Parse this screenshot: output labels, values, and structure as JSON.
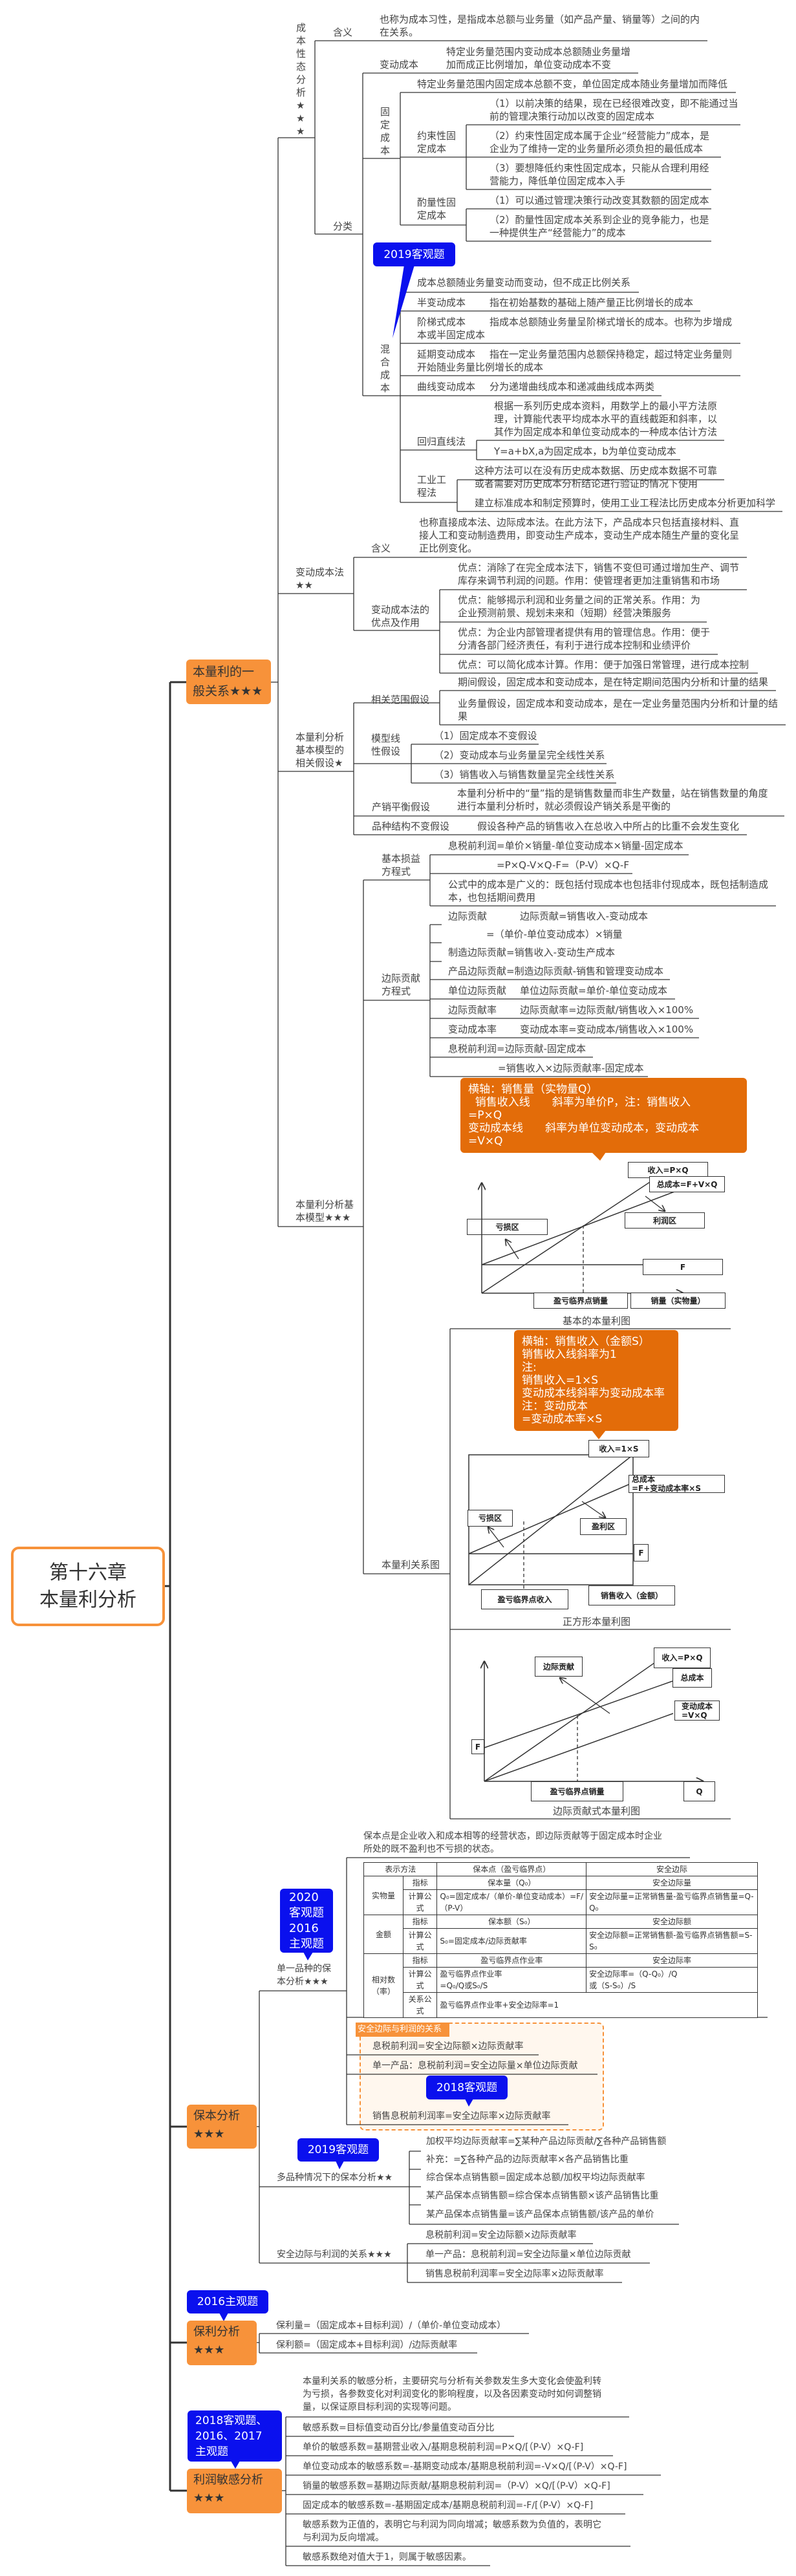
{
  "title": "第十六章\n本量利分析",
  "colors": {
    "orange": "#f7923a",
    "callout": "#e36c09",
    "badge_blue": "#0a10ee",
    "line": "#333333"
  },
  "s1": {
    "label": "本量利的一\n般关系★★★",
    "cost_behavior": {
      "title": "成本性态分析★★★",
      "meaning_label": "含义",
      "meaning_text": "也称为成本习性，是指成本总额与业务量（如产品产量、销量等）之间的内\n在关系。",
      "classify_label": "分类",
      "variable_label": "变动成本",
      "variable_text": "特定业务量范围内变动成本总额随业务量增\n加而成正比例增加，单位变动成本不变",
      "fixed_label": "固定成本",
      "fixed_text": "特定业务量范围内固定成本总额不变，单位固定成本随业务量增加而降低",
      "committed_label": "约束性固\n定成本",
      "committed_items": [
        "（1）以前决策的结果，现在已经很难改变，即不能通过当\n前的管理决策行动加以改变的固定成本",
        "（2）约束性固定成本属于企业“经营能力”成本，是\n企业为了维持一定的业务量所必须负担的最低成本",
        "（3）要想降低约束性固定成本，只能从合理利用经\n营能力，降低单位固定成本入手"
      ],
      "discretionary_label": "酌量性固\n定成本",
      "discretionary_items": [
        "（1）可以通过管理决策行动改变其数额的固定成本",
        "（2）酌量性固定成本关系到企业的竞争能力，也是\n一种提供生产“经营能力”的成本"
      ],
      "badge": "2019客观题",
      "mixed_label": "混合成本",
      "mixed_intro": "成本总额随业务量变动而变动，但不成正比例关系",
      "mixed_items": [
        {
          "label": "半变动成本",
          "text": "指在初始基数的基础上随产量正比例增长的成本"
        },
        {
          "label": "阶梯式成本",
          "text": "指成本总额随业务量呈阶梯式增长的成本。也称为步增成\n本或半固定成本"
        },
        {
          "label": "延期变动成本",
          "text": "指在一定业务量范围内总额保持稳定，超过特定业务量则\n开始随业务量比例增长的成本"
        },
        {
          "label": "曲线变动成本",
          "text": "分为递增曲线成本和递减曲线成本两类"
        }
      ],
      "regression_label": "回归直线法",
      "regression_text": "根据一系列历史成本资料，用数学上的最小平方法原\n理，计算能代表平均成本水平的直线截距和斜率，以\n其作为固定成本和单位变动成本的一种成本估计方法",
      "regression_formula": "Y=a+bX,a为固定成本，b为单位变动成本",
      "engineering_label": "工业工\n程法",
      "engineering_items": [
        "这种方法可以在没有历史成本数据、历史成本数据不可靠\n或者需要对历史成本分析结论进行验证的情况下使用",
        "建立标准成本和制定预算时，使用工业工程法比历史成本分析更加科学"
      ]
    },
    "variable_costing": {
      "title": "变动成本法\n★★",
      "meaning_label": "含义",
      "meaning_text": "也称直接成本法、边际成本法。在此方法下，产品成本只包括直接材料、直\n接人工和变动制造费用，即变动生产成本，变动生产成本随生产量的变化呈\n正比例变化。",
      "adv_label": "变动成本法的\n优点及作用",
      "adv_items": [
        "优点：消除了在完全成本法下，销售不变但可通过增加生产、调节\n库存来调节利润的问题。作用：使管理者更加注重销售和市场",
        "优点：能够揭示利润和业务量之间的正常关系。作用：为\n企业预测前景、规划未来和（短期）经营决策服务",
        "优点：为企业内部管理者提供有用的管理信息。作用：便于\n分清各部门经济责任，有利于进行成本控制和业绩评价",
        "优点：可以简化成本计算。作用：便于加强日常管理，进行成本控制"
      ]
    },
    "assumptions": {
      "title": "本量利分析\n基本模型的\n相关假设★",
      "range_label": "相关范围假设",
      "range_items": [
        "期间假设，固定成本和变动成本，是在特定期间范围内分析和计量的结果",
        "业务量假设，固定成本和变动成本，是在一定业务量范围内分析和计量的结\n果"
      ],
      "linear_label": "模型线\n性假设",
      "linear_items": [
        "（1）固定成本不变假设",
        "（2）变动成本与业务量呈完全线性关系",
        "（3）销售收入与销售数量呈完全线性关系"
      ],
      "balance_label": "产销平衡假设",
      "balance_text": "本量利分析中的“量”指的是销售数量而非生产数量，站在销售数量的角度\n进行本量利分析时，就必须假设产销关系是平衡的",
      "mix_label": "品种结构不变假设",
      "mix_text": "假设各种产品的销售收入在总收入中所占的比重不会发生变化"
    },
    "basic_model": {
      "title": "本量利分析基\n本模型★★★",
      "pl_label": "基本损益\n方程式",
      "pl_items": [
        "息税前利润=单价×销量-单位变动成本×销量-固定成本",
        "=P×Q-V×Q-F=（P-V）×Q-F",
        "公式中的成本是广义的：既包括付现成本也包括非付现成本，既包括制造成\n本，也包括期间费用"
      ],
      "cm_label": "边际贡献\n方程式",
      "cm_items": [
        {
          "label": "边际贡献",
          "text": "边际贡献=销售收入-变动成本"
        },
        {
          "label": "",
          "text": "=（单价-单位变动成本）×销量"
        },
        {
          "label": "",
          "text": "制造边际贡献=销售收入-变动生产成本"
        },
        {
          "label": "",
          "text": "产品边际贡献=制造边际贡献-销售和管理变动成本"
        },
        {
          "label": "单位边际贡献",
          "text": "单位边际贡献=单价-单位变动成本"
        },
        {
          "label": "边际贡献率",
          "text": "边际贡献率=边际贡献/销售收入×100%"
        },
        {
          "label": "变动成本率",
          "text": "变动成本率=变动成本/销售收入×100%"
        },
        {
          "label": "",
          "text": "息税前利润=边际贡献-固定成本"
        },
        {
          "label": "",
          "text": "=销售收入×边际贡献率-固定成本"
        }
      ],
      "relation_label": "本量利关系图",
      "chart1": {
        "callout": "横轴：销售量（实物量Q）\n  销售收入线　　斜率为单价P，注：销售收入\n=P×Q\n变动成本线　　斜率为单位变动成本，变动成本\n=V×Q",
        "revenue": "收入=P×Q",
        "total_cost": "总成本=F+V×Q",
        "profit_zone": "利润区",
        "loss_zone": "亏损区",
        "fixed": "F",
        "breakeven": "盈亏临界点销量",
        "x_axis": "销量（实物量）",
        "caption": "基本的本量利图"
      },
      "chart2": {
        "callout": "横轴：销售收入（金额S）\n销售收入线斜率为1\n注:\n销售收入=1×S\n变动成本线斜率为变动成本率\n注：变动成本\n=变动成本率×S",
        "revenue": "收入=1×S",
        "total_cost": "总成本\n=F+变动成本率×S",
        "loss_zone": "亏损区",
        "profit_zone": "盈利区",
        "fixed": "F",
        "breakeven": "盈亏临界点收入",
        "x_axis": "销售收入（金额）",
        "caption": "正方形本量利图"
      },
      "chart3": {
        "cm": "边际贡献",
        "revenue": "收入=P×Q",
        "total_cost": "总成本",
        "variable_cost": "变动成本\n=V×Q",
        "fixed": "F",
        "breakeven": "盈亏临界点销量",
        "x_axis": "Q",
        "caption": "边际贡献式本量利图"
      }
    }
  },
  "s2": {
    "label": "保本分析\n★★★",
    "intro": "保本点是企业收入和成本相等的经营状态，即边际贡献等于固定成本时企业\n所处的既不盈利也不亏损的状态。",
    "badge_single": "2020\n客观题\n2016\n主观题",
    "single_label": "单一品种的保\n本分析★★★",
    "table": {
      "h": [
        "表示方法",
        "保本点（盈亏临界点）",
        "安全边际"
      ],
      "g1": "实物量",
      "g2": "金额",
      "g3": "相对数\n（率）",
      "ind": "指标",
      "calc": "计算公\n式",
      "rel": "关系公\n式",
      "r1": [
        "保本量（Q₀）",
        "安全边际量"
      ],
      "r2": [
        "Q₀=固定成本/（单价-单位变动成本）=F/\n（P-V）",
        "安全边际量=正常销售量-盈亏临界点销售量=Q-Q₀"
      ],
      "r3": [
        "保本额（S₀）",
        "安全边际额"
      ],
      "r4": [
        "S₀=固定成本/边际贡献率",
        "安全边际额=正常销售额-盈亏临界点销售额=S-S₀"
      ],
      "r5": [
        "盈亏临界点作业率",
        "安全边际率"
      ],
      "r6": [
        "盈亏临界点作业率\n=Q₀/Q或S₀/S",
        "安全边际率=（Q-Q₀）/Q\n或（S-S₀）/S"
      ],
      "r7": "盈亏临界点作业率+安全边际率=1"
    },
    "safety_box_label": "安全边际与利润的关系",
    "safety_box_items": [
      "息税前利润=安全边际额×边际贡献率",
      "单一产品：息税前利润=安全边际量×单位边际贡献",
      "销售息税前利润率=安全边际率×边际贡献率"
    ],
    "badge_2018": "2018客观题",
    "badge_2019": "2019客观题",
    "multi_label": "多品种情况下的保本分析★★",
    "multi_items": [
      "加权平均边际贡献率=∑某种产品边际贡献/∑各种产品销售额",
      "补充：=∑各种产品的边际贡献率×各产品销售比重",
      "综合保本点销售额=固定成本总额/加权平均边际贡献率",
      "某产品保本点销售额=综合保本点销售额×该产品销售比重",
      "某产品保本点销售量=该产品保本点销售额/该产品的单价"
    ],
    "safety_label": "安全边际与利润的关系★★★",
    "safety_items": [
      "息税前利润=安全边际额×边际贡献率",
      "单一产品：息税前利润=安全边际量×单位边际贡献",
      "销售息税前利润率=安全边际率×边际贡献率"
    ]
  },
  "s3": {
    "badge": "2016主观题",
    "label": "保利分析\n★★★",
    "items": [
      "保利量=（固定成本+目标利润）/（单价-单位变动成本）",
      "保利额=（固定成本+目标利润）/边际贡献率"
    ]
  },
  "s4": {
    "badge": "2018客观题、\n2016、2017\n主观题",
    "label": "利润敏感分析\n★★★",
    "intro": "本量利关系的敏感分析，主要研究与分析有关参数发生多大变化会使盈利转\n为亏损，各参数变化对利润变化的影响程度，以及各因素变动时如何调整销\n量，以保证原目标利润的实现等问题。",
    "items": [
      "敏感系数=目标值变动百分比/参量值变动百分比",
      "单价的敏感系数=基期营业收入/基期息税前利润=P×Q/[（P-V）×Q-F]",
      "单位变动成本的敏感系数=-基期变动成本/基期息税前利润=-V×Q/[（P-V）×Q-F]",
      "销量的敏感系数=基期边际贡献/基期息税前利润=（P-V）×Q/[（P-V）×Q-F]",
      "固定成本的敏感系数=-基期固定成本/基期息税前利润=-F/[（P-V）×Q-F]",
      "敏感系数为正值的，表明它与利润为同向增减；敏感系数为负值的，表明它\n与利润为反向增减。",
      "敏感系数绝对值大于1，则属于敏感因素。"
    ]
  }
}
